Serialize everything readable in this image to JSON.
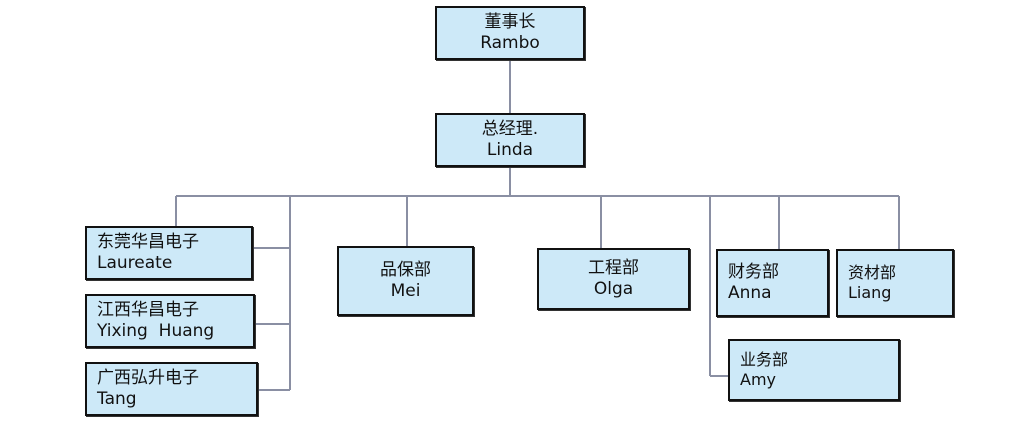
{
  "chairman": {
    "role": "董事长",
    "name": "Rambo"
  },
  "general_manager": {
    "role": "总经理.",
    "name": "Linda"
  },
  "subsidiaries": [
    {
      "role": "东莞华昌电子",
      "name": "Laureate"
    },
    {
      "role": "江西华昌电子",
      "name": "Yixing  Huang"
    },
    {
      "role": "广西弘升电子",
      "name": "Tang"
    }
  ],
  "departments": {
    "quality": {
      "role": "品保部",
      "name": "Mei"
    },
    "engineering": {
      "role": "工程部",
      "name": "Olga"
    },
    "finance": {
      "role": "财务部",
      "name": "Anna"
    },
    "materials": {
      "role": "资材部",
      "name": "Liang"
    },
    "sales": {
      "role": "业务部",
      "name": "Amy"
    }
  },
  "colors": {
    "box_fill": "#cde9f8",
    "box_border": "#111111",
    "connector": "#8a8fa3"
  }
}
